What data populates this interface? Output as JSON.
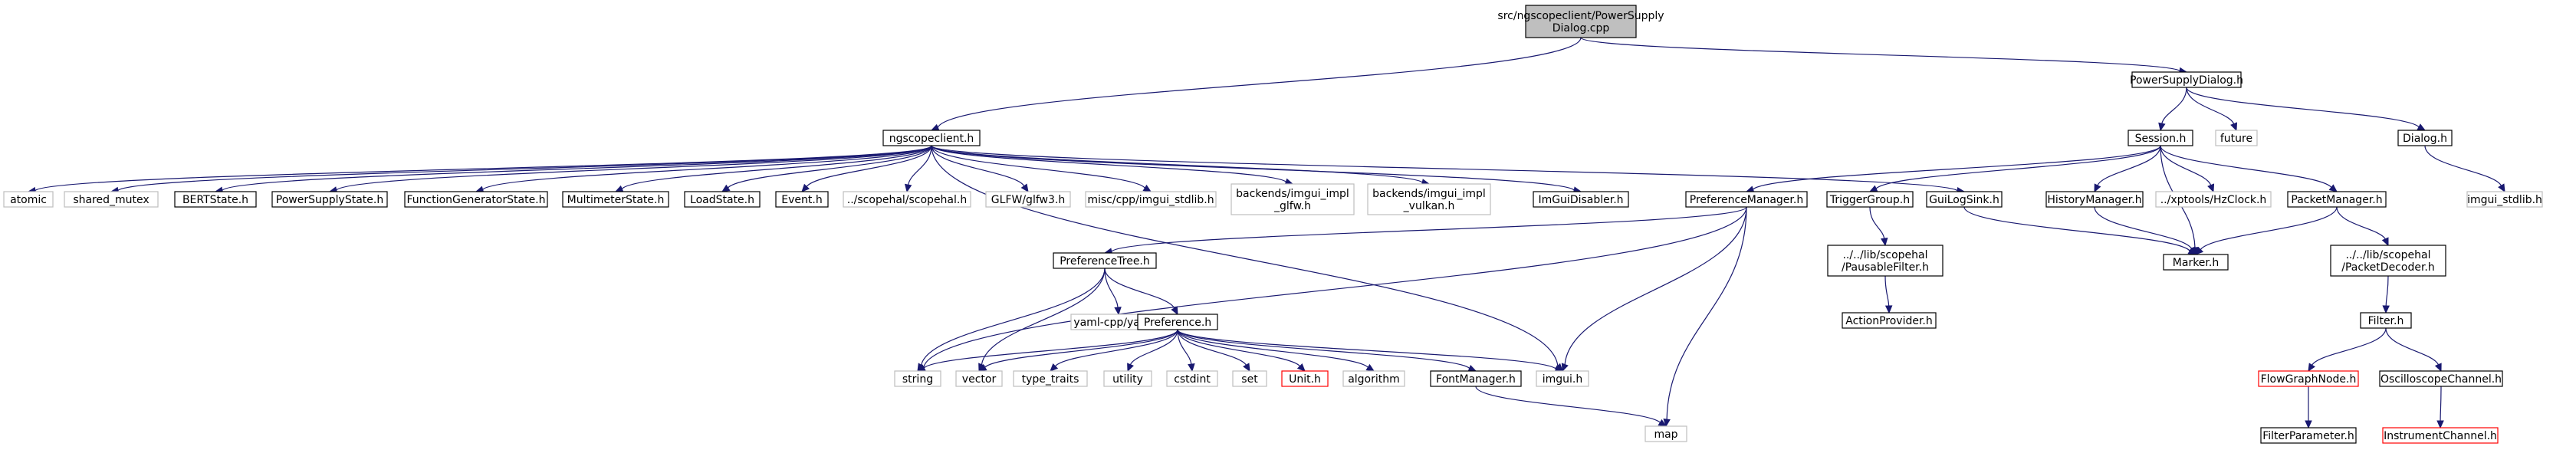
{
  "colors": {
    "edge": "#191970",
    "documented_border": "#000000",
    "external_border": "#bfbfbf",
    "truncated_border": "#ff0000",
    "root_fill": "#bfbfbf"
  },
  "nodes": [
    {
      "id": "root",
      "lines": [
        "src/ngscopeclient/PowerSupply",
        "Dialog.cpp"
      ],
      "kind": "root"
    },
    {
      "id": "ngscopeclient",
      "lines": [
        "ngscopeclient.h"
      ],
      "kind": "doc"
    },
    {
      "id": "psdialog_h",
      "lines": [
        "PowerSupplyDialog.h"
      ],
      "kind": "doc"
    },
    {
      "id": "session",
      "lines": [
        "Session.h"
      ],
      "kind": "doc"
    },
    {
      "id": "future",
      "lines": [
        "future"
      ],
      "kind": "ext"
    },
    {
      "id": "dialog",
      "lines": [
        "Dialog.h"
      ],
      "kind": "doc"
    },
    {
      "id": "imgui_stdlib",
      "lines": [
        "imgui_stdlib.h"
      ],
      "kind": "ext"
    },
    {
      "id": "atomic",
      "lines": [
        "atomic"
      ],
      "kind": "ext"
    },
    {
      "id": "shared_mutex",
      "lines": [
        "shared_mutex"
      ],
      "kind": "ext"
    },
    {
      "id": "bertstate",
      "lines": [
        "BERTState.h"
      ],
      "kind": "doc"
    },
    {
      "id": "psstate",
      "lines": [
        "PowerSupplyState.h"
      ],
      "kind": "doc"
    },
    {
      "id": "fgstate",
      "lines": [
        "FunctionGeneratorState.h"
      ],
      "kind": "doc"
    },
    {
      "id": "mmstate",
      "lines": [
        "MultimeterState.h"
      ],
      "kind": "doc"
    },
    {
      "id": "loadstate",
      "lines": [
        "LoadState.h"
      ],
      "kind": "doc"
    },
    {
      "id": "event",
      "lines": [
        "Event.h"
      ],
      "kind": "doc"
    },
    {
      "id": "scopehal",
      "lines": [
        "../scopehal/scopehal.h"
      ],
      "kind": "ext"
    },
    {
      "id": "glfw",
      "lines": [
        "GLFW/glfw3.h"
      ],
      "kind": "ext"
    },
    {
      "id": "misc_stdlib",
      "lines": [
        "misc/cpp/imgui_stdlib.h"
      ],
      "kind": "ext"
    },
    {
      "id": "imgui_glfw",
      "lines": [
        "backends/imgui_impl",
        "_glfw.h"
      ],
      "kind": "ext"
    },
    {
      "id": "imgui_vulkan",
      "lines": [
        "backends/imgui_impl",
        "_vulkan.h"
      ],
      "kind": "ext"
    },
    {
      "id": "imguidisabler",
      "lines": [
        "ImGuiDisabler.h"
      ],
      "kind": "doc"
    },
    {
      "id": "prefmgr",
      "lines": [
        "PreferenceManager.h"
      ],
      "kind": "doc"
    },
    {
      "id": "triggergroup",
      "lines": [
        "TriggerGroup.h"
      ],
      "kind": "doc"
    },
    {
      "id": "guilogsink",
      "lines": [
        "GuiLogSink.h"
      ],
      "kind": "doc"
    },
    {
      "id": "historymgr",
      "lines": [
        "HistoryManager.h"
      ],
      "kind": "doc"
    },
    {
      "id": "hzclock",
      "lines": [
        "../xptools/HzClock.h"
      ],
      "kind": "ext"
    },
    {
      "id": "packetmgr",
      "lines": [
        "PacketManager.h"
      ],
      "kind": "doc"
    },
    {
      "id": "marker",
      "lines": [
        "Marker.h"
      ],
      "kind": "doc"
    },
    {
      "id": "pausable",
      "lines": [
        "../../lib/scopehal",
        "/PausableFilter.h"
      ],
      "kind": "doc"
    },
    {
      "id": "actionprovider",
      "lines": [
        "ActionProvider.h"
      ],
      "kind": "doc"
    },
    {
      "id": "packetdecoder",
      "lines": [
        "../../lib/scopehal",
        "/PacketDecoder.h"
      ],
      "kind": "doc"
    },
    {
      "id": "filter",
      "lines": [
        "Filter.h"
      ],
      "kind": "doc"
    },
    {
      "id": "flowgraphnode",
      "lines": [
        "FlowGraphNode.h"
      ],
      "kind": "trunc"
    },
    {
      "id": "oscchannel",
      "lines": [
        "OscilloscopeChannel.h"
      ],
      "kind": "doc"
    },
    {
      "id": "filterparam",
      "lines": [
        "FilterParameter.h"
      ],
      "kind": "doc"
    },
    {
      "id": "instrchannel",
      "lines": [
        "InstrumentChannel.h"
      ],
      "kind": "trunc"
    },
    {
      "id": "preftree",
      "lines": [
        "PreferenceTree.h"
      ],
      "kind": "doc"
    },
    {
      "id": "yaml",
      "lines": [
        "yaml-cpp/yaml.h"
      ],
      "kind": "ext"
    },
    {
      "id": "preference",
      "lines": [
        "Preference.h"
      ],
      "kind": "doc"
    },
    {
      "id": "string",
      "lines": [
        "string"
      ],
      "kind": "ext"
    },
    {
      "id": "vector",
      "lines": [
        "vector"
      ],
      "kind": "ext"
    },
    {
      "id": "type_traits",
      "lines": [
        "type_traits"
      ],
      "kind": "ext"
    },
    {
      "id": "utility",
      "lines": [
        "utility"
      ],
      "kind": "ext"
    },
    {
      "id": "cstdint",
      "lines": [
        "cstdint"
      ],
      "kind": "ext"
    },
    {
      "id": "set",
      "lines": [
        "set"
      ],
      "kind": "ext"
    },
    {
      "id": "unit",
      "lines": [
        "Unit.h"
      ],
      "kind": "trunc"
    },
    {
      "id": "algorithm",
      "lines": [
        "algorithm"
      ],
      "kind": "ext"
    },
    {
      "id": "fontmgr",
      "lines": [
        "FontManager.h"
      ],
      "kind": "doc"
    },
    {
      "id": "imgui",
      "lines": [
        "imgui.h"
      ],
      "kind": "ext"
    },
    {
      "id": "map",
      "lines": [
        "map"
      ],
      "kind": "ext"
    }
  ],
  "edges": [
    [
      "root",
      "ngscopeclient"
    ],
    [
      "root",
      "psdialog_h"
    ],
    [
      "psdialog_h",
      "session"
    ],
    [
      "psdialog_h",
      "future"
    ],
    [
      "psdialog_h",
      "dialog"
    ],
    [
      "dialog",
      "imgui_stdlib"
    ],
    [
      "ngscopeclient",
      "atomic"
    ],
    [
      "ngscopeclient",
      "shared_mutex"
    ],
    [
      "ngscopeclient",
      "bertstate"
    ],
    [
      "ngscopeclient",
      "psstate"
    ],
    [
      "ngscopeclient",
      "fgstate"
    ],
    [
      "ngscopeclient",
      "mmstate"
    ],
    [
      "ngscopeclient",
      "loadstate"
    ],
    [
      "ngscopeclient",
      "event"
    ],
    [
      "ngscopeclient",
      "scopehal"
    ],
    [
      "ngscopeclient",
      "glfw"
    ],
    [
      "ngscopeclient",
      "misc_stdlib"
    ],
    [
      "ngscopeclient",
      "imgui_glfw"
    ],
    [
      "ngscopeclient",
      "imgui_vulkan"
    ],
    [
      "ngscopeclient",
      "imguidisabler"
    ],
    [
      "ngscopeclient",
      "guilogsink"
    ],
    [
      "ngscopeclient",
      "imgui"
    ],
    [
      "session",
      "prefmgr"
    ],
    [
      "session",
      "triggergroup"
    ],
    [
      "session",
      "historymgr"
    ],
    [
      "session",
      "hzclock"
    ],
    [
      "session",
      "packetmgr"
    ],
    [
      "session",
      "marker"
    ],
    [
      "triggergroup",
      "pausable"
    ],
    [
      "pausable",
      "actionprovider"
    ],
    [
      "guilogsink",
      "marker"
    ],
    [
      "historymgr",
      "marker"
    ],
    [
      "packetmgr",
      "marker"
    ],
    [
      "packetmgr",
      "packetdecoder"
    ],
    [
      "packetdecoder",
      "filter"
    ],
    [
      "filter",
      "flowgraphnode"
    ],
    [
      "filter",
      "oscchannel"
    ],
    [
      "flowgraphnode",
      "filterparam"
    ],
    [
      "oscchannel",
      "instrchannel"
    ],
    [
      "prefmgr",
      "preftree"
    ],
    [
      "prefmgr",
      "string"
    ],
    [
      "prefmgr",
      "imgui"
    ],
    [
      "prefmgr",
      "map"
    ],
    [
      "preftree",
      "string"
    ],
    [
      "preftree",
      "vector"
    ],
    [
      "preftree",
      "yaml"
    ],
    [
      "preftree",
      "preference"
    ],
    [
      "preference",
      "string"
    ],
    [
      "preference",
      "vector"
    ],
    [
      "preference",
      "type_traits"
    ],
    [
      "preference",
      "utility"
    ],
    [
      "preference",
      "cstdint"
    ],
    [
      "preference",
      "set"
    ],
    [
      "preference",
      "unit"
    ],
    [
      "preference",
      "algorithm"
    ],
    [
      "preference",
      "fontmgr"
    ],
    [
      "preference",
      "imgui"
    ],
    [
      "fontmgr",
      "map"
    ]
  ]
}
